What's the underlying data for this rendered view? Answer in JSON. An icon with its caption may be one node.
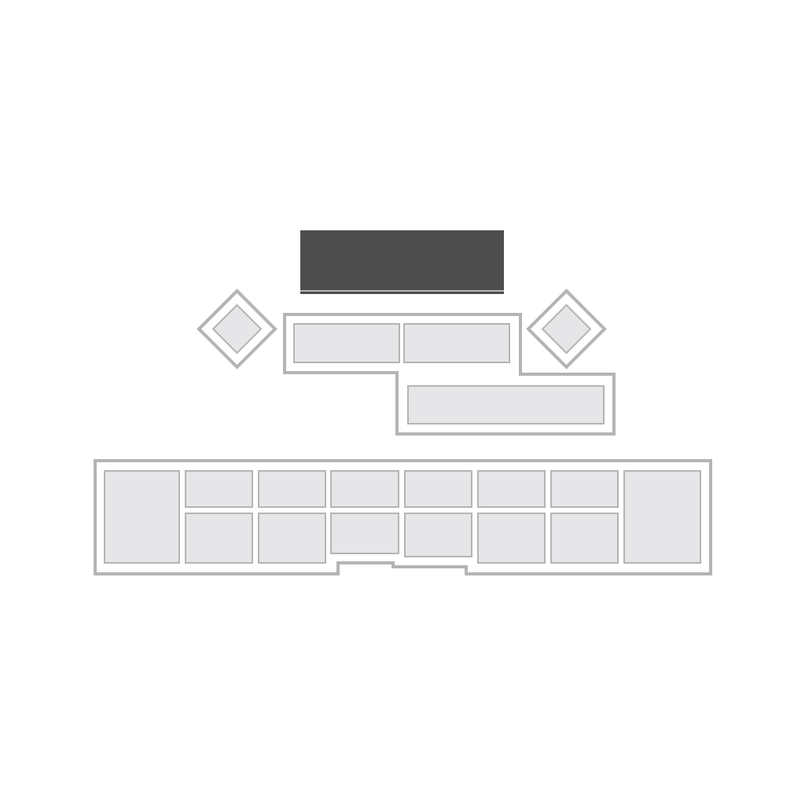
{
  "diagram": {
    "nodes": [
      {
        "text": [],
        "shape": "bar"
      },
      {
        "text": [],
        "shape": "diamond"
      },
      {
        "text": [],
        "shape": "diamond",
        "in": 1
      },
      {
        "text": [],
        "shape": "box"
      },
      {
        "text": [],
        "shape": "box",
        "in": 3
      },
      {
        "text": [],
        "shape": "box",
        "in": 3
      },
      {
        "text": [],
        "shape": "box",
        "in": 3
      },
      {
        "text": [],
        "shape": "diamond"
      },
      {
        "text": [],
        "shape": "diamond",
        "in": 7
      },
      {
        "text": [],
        "shape": "box"
      },
      {
        "text": [],
        "shape": "box",
        "in": 9
      },
      {
        "text": [],
        "shape": "box",
        "in": 9
      },
      {
        "text": [],
        "shape": "box",
        "in": 9
      },
      {
        "text": [],
        "shape": "box",
        "in": 9
      },
      {
        "text": [],
        "shape": "box",
        "in": 9
      },
      {
        "text": [],
        "shape": "box",
        "in": 9
      },
      {
        "text": [],
        "shape": "box",
        "in": 9
      },
      {
        "text": [],
        "shape": "box",
        "in": 9
      },
      {
        "text": [],
        "shape": "box",
        "in": 9
      },
      {
        "text": [],
        "shape": "box",
        "in": 9
      },
      {
        "text": [],
        "shape": "box",
        "in": 9
      },
      {
        "text": [],
        "shape": "box",
        "in": 9
      },
      {
        "text": [],
        "shape": "box",
        "in": 9
      },
      {
        "text": [],
        "shape": "box",
        "in": 9
      }
    ]
  }
}
